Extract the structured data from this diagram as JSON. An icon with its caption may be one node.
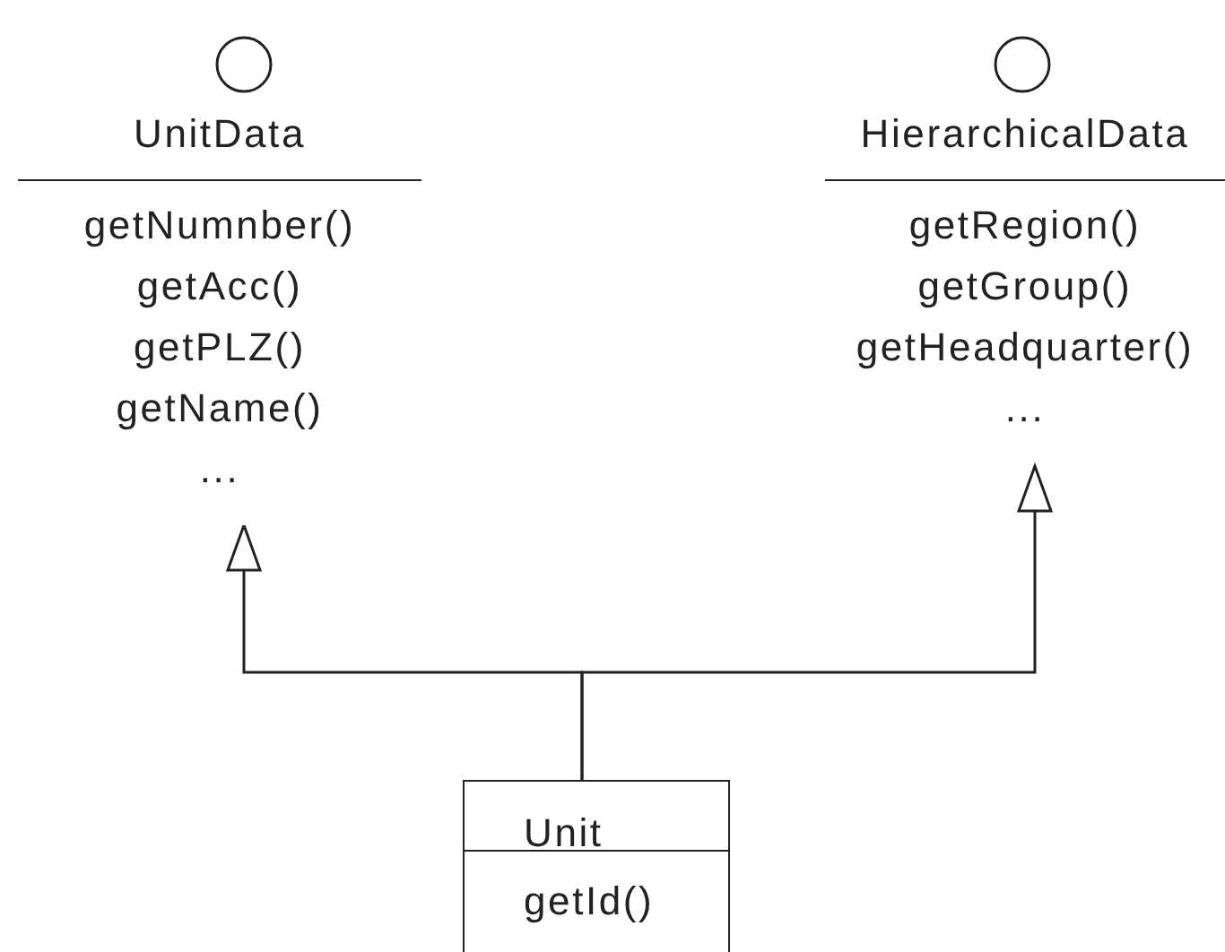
{
  "diagram": {
    "nodes": [
      {
        "text": [
          "UnitData",
          "getNumnber()",
          "getAcc()",
          "getPLZ()",
          "getName()",
          "..."
        ]
      },
      {
        "text": [
          "HierarchicalData",
          "getRegion()",
          "getGroup()",
          "getHeadquarter()",
          "..."
        ]
      },
      {
        "text": [
          "Unit",
          "getId()"
        ]
      }
    ],
    "edges": [
      {
        "from": 2,
        "to": 0,
        "arrow": "to"
      },
      {
        "from": 2,
        "to": 1,
        "arrow": "to"
      }
    ]
  }
}
